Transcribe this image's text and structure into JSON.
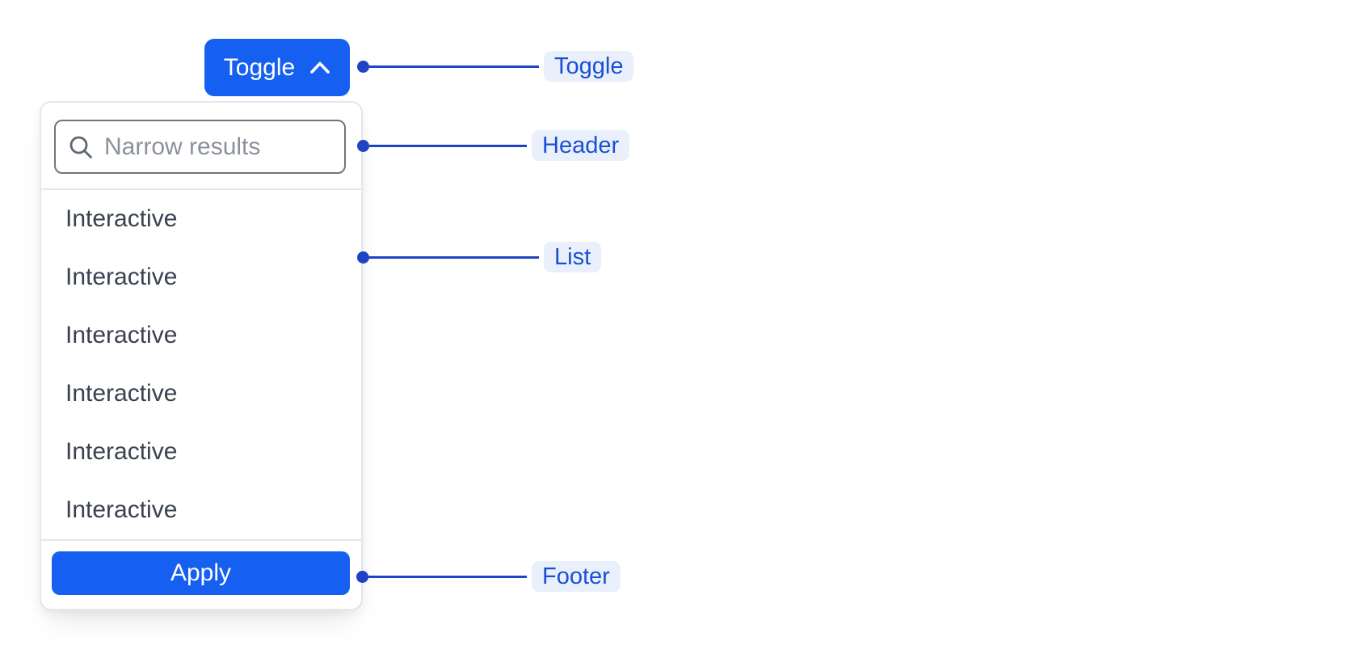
{
  "colors": {
    "accent": "#1560f0",
    "connector": "#1e43c4",
    "label-text": "#1a4fd6",
    "label-bg": "#e9f0fc",
    "panel-border": "#e5e6ea",
    "divider": "#e6e7eb",
    "input-border": "#70757f",
    "placeholder": "#8b909d",
    "item-text": "#3b4150",
    "icon": "#5f6673"
  },
  "toggle_button": {
    "label": "Toggle",
    "icon": "chevron-up-icon"
  },
  "dropdown": {
    "header": {
      "icon": "search-icon",
      "search_placeholder": "Narrow results",
      "search_value": ""
    },
    "list": {
      "items": [
        "Interactive",
        "Interactive",
        "Interactive",
        "Interactive",
        "Interactive",
        "Interactive"
      ]
    },
    "footer": {
      "apply_label": "Apply"
    }
  },
  "annotations": [
    {
      "id": "toggle",
      "label": "Toggle"
    },
    {
      "id": "header",
      "label": "Header"
    },
    {
      "id": "list",
      "label": "List"
    },
    {
      "id": "footer",
      "label": "Footer"
    }
  ]
}
